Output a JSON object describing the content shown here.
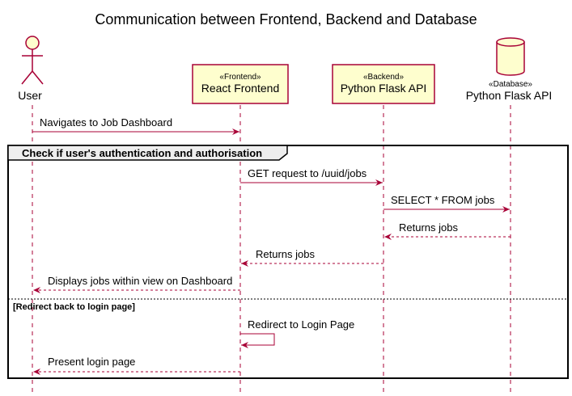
{
  "title": "Communication between Frontend, Backend and Database",
  "colors": {
    "box_fill": "#FEFECE",
    "box_stroke": "#A80036",
    "arrow": "#A80036",
    "lifeline": "#A80036",
    "frame": "#000000",
    "frame_tab": "#EEEEEE"
  },
  "participants": [
    {
      "key": "user",
      "name": "User",
      "stereotype": "",
      "shape": "actor"
    },
    {
      "key": "frontend",
      "name": "React Frontend",
      "stereotype": "«Frontend»",
      "shape": "box"
    },
    {
      "key": "backend",
      "name": "Python Flask API",
      "stereotype": "«Backend»",
      "shape": "box"
    },
    {
      "key": "database",
      "name": "Python Flask API",
      "stereotype": "«Database»",
      "shape": "database"
    }
  ],
  "messages": [
    {
      "from": "user",
      "to": "frontend",
      "label": "Navigates to Job Dashboard",
      "style": "solid"
    },
    {
      "from": "frontend",
      "to": "backend",
      "label": "GET request to /uuid/jobs",
      "style": "solid"
    },
    {
      "from": "backend",
      "to": "database",
      "label": "SELECT * FROM jobs",
      "style": "solid"
    },
    {
      "from": "database",
      "to": "backend",
      "label": "Returns jobs",
      "style": "dashed"
    },
    {
      "from": "backend",
      "to": "frontend",
      "label": "Returns jobs",
      "style": "dashed"
    },
    {
      "from": "frontend",
      "to": "user",
      "label": "Displays jobs within view on Dashboard",
      "style": "dashed"
    },
    {
      "from": "frontend",
      "to": "frontend",
      "label": "Redirect to Login Page",
      "style": "solid"
    },
    {
      "from": "frontend",
      "to": "user",
      "label": "Present login page",
      "style": "dashed"
    }
  ],
  "fragment": {
    "type": "alt",
    "condition": "Check if user's authentication and authorisation",
    "else_condition": "[Redirect back to login page]"
  }
}
